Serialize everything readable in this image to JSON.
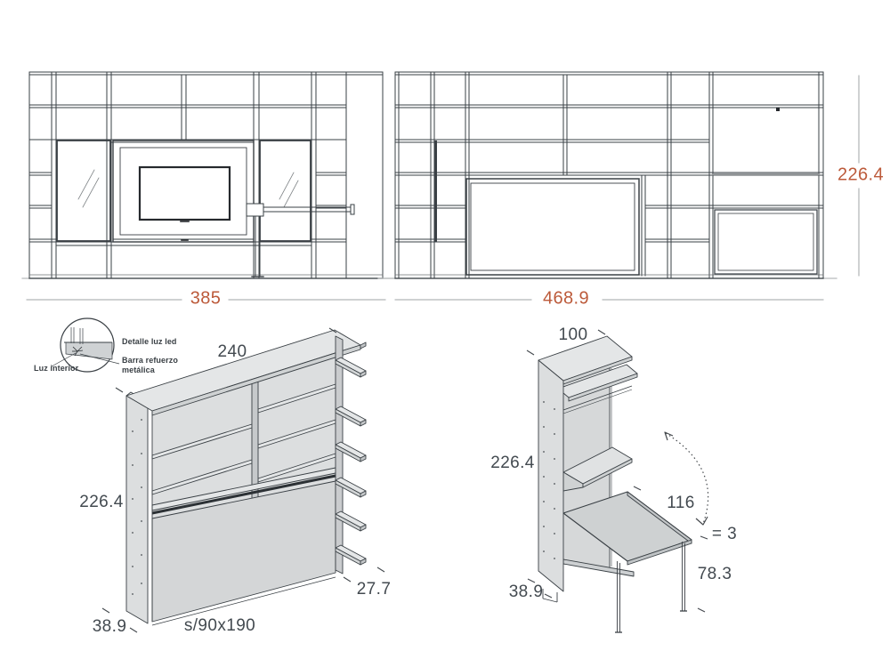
{
  "doc_type": "furniture technical drawing",
  "colors": {
    "accent_orange": "#bc5a3a",
    "text_gray": "#434a50",
    "line_dark": "#3a4045",
    "line_light": "#b7babc",
    "panel_fill": "#d5d7d8",
    "panel_top_fill": "#e4e6e7"
  },
  "top_left_elevation": {
    "width_dim": "385"
  },
  "top_right_elevation": {
    "width_dim": "468.9",
    "height_dim": "226.4"
  },
  "bed_unit": {
    "width_dim": "240",
    "height_dim": "226.4",
    "depth_dim": "38.9",
    "mattress_dim": "s/90x190",
    "shelf_depth_dim": "27.7",
    "detail_callout": {
      "title": "Detalle luz led",
      "reinforcement_label": "Barra refuerzo\nmetálica",
      "interior_light_label": "Luz interior"
    }
  },
  "desk_unit": {
    "width_dim": "100",
    "height_dim": "226.4",
    "depth_dim": "38.9",
    "desk_depth_dim": "116",
    "desk_thickness_dim": "= 3",
    "desk_height_dim": "78.3"
  }
}
